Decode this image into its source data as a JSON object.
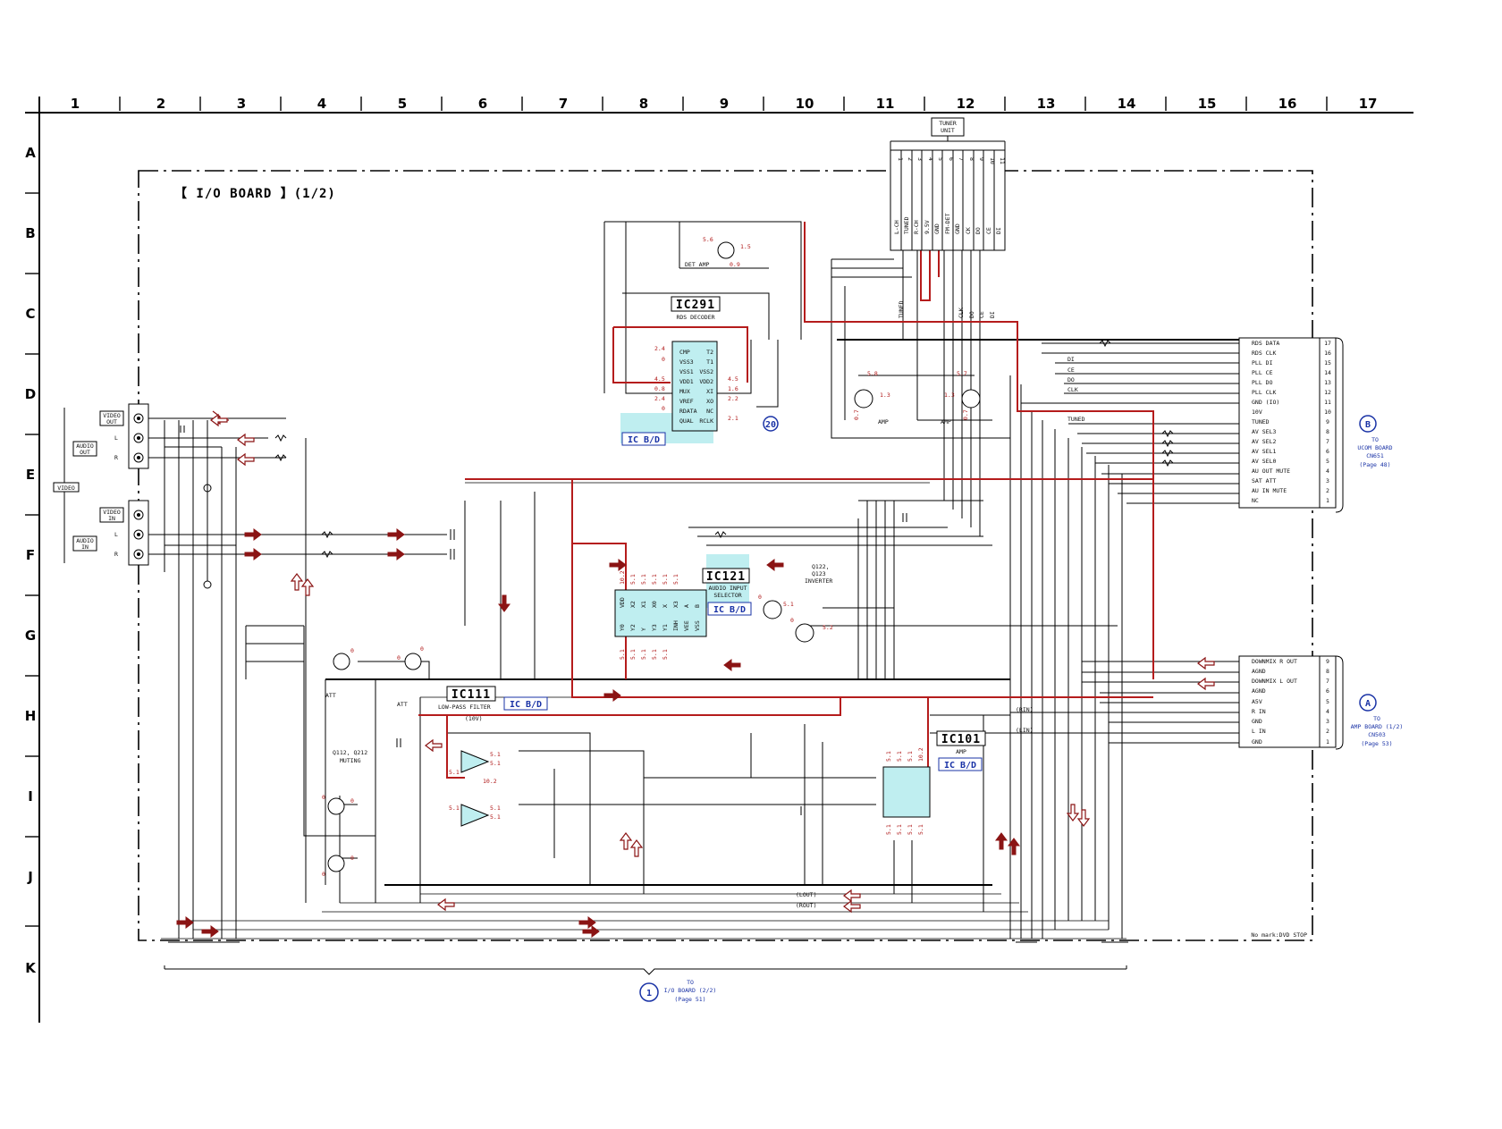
{
  "grid": {
    "columns": [
      "1",
      "2",
      "3",
      "4",
      "5",
      "6",
      "7",
      "8",
      "9",
      "10",
      "11",
      "12",
      "13",
      "14",
      "15",
      "16",
      "17"
    ],
    "rows": [
      "A",
      "B",
      "C",
      "D",
      "E",
      "F",
      "G",
      "H",
      "I",
      "J",
      "K"
    ]
  },
  "board_title": "【 I/O BOARD 】(1/2)",
  "ics": {
    "ic291": {
      "name": "IC291",
      "desc": "RDS DECODER",
      "tag": "IC B/D",
      "left_pins": [
        "CMP",
        "VSS3",
        "VSS1",
        "VDD1",
        "MUX",
        "VREF",
        "RDATA",
        "QUAL"
      ],
      "right_pins": [
        "T2",
        "T1",
        "VSS2",
        "VDD2",
        "XI",
        "XO",
        "NC",
        "RCLK"
      ],
      "left_v": [
        "2.4",
        "0",
        "4.5",
        "0.8",
        "2.4",
        "0"
      ],
      "right_v": [
        "4.5",
        "1.6",
        "2.2",
        "2.1"
      ]
    },
    "ic121": {
      "name": "IC121",
      "desc1": "AUDIO INPUT",
      "desc2": "SELECTOR",
      "tag": "IC B/D",
      "top_pins": [
        "VDD",
        "X2",
        "X1",
        "X0",
        "X",
        "X3",
        "A",
        "B"
      ],
      "bot_pins": [
        "Y0",
        "Y2",
        "Y",
        "Y3",
        "Y1",
        "INH",
        "VEE",
        "VSS"
      ],
      "top_v": [
        "10.2",
        "5.1",
        "5.1",
        "5.1",
        "5.1",
        "5.1"
      ],
      "bot_v": [
        "5.1",
        "5.1",
        "5.1",
        "5.1",
        "5.1"
      ]
    },
    "ic111": {
      "name": "IC111",
      "desc": "LOW-PASS FILTER",
      "tag": "IC B/D",
      "v1": [
        "5.1",
        "5.1",
        "5.1",
        "10.2"
      ],
      "v2": [
        "5.1",
        "5.1",
        "5.1"
      ]
    },
    "ic101": {
      "name": "IC101",
      "desc": "AMP",
      "tag": "IC B/D",
      "top_v": [
        "5.1",
        "5.1",
        "5.1",
        "10.2"
      ],
      "bot_v": [
        "5.1",
        "5.1",
        "5.1",
        "5.1"
      ]
    }
  },
  "transistors": {
    "det_amp": {
      "label": "DET AMP",
      "v": [
        "5.6",
        "1.5",
        "0.9"
      ]
    },
    "amp1": {
      "label": "AMP",
      "v": [
        "5.8",
        "1.3",
        "0.7"
      ]
    },
    "amp2": {
      "label": "AMP",
      "v": [
        "5.7",
        "1.3",
        "0.7"
      ]
    },
    "q122": {
      "label1": "Q122,",
      "label2": "Q123",
      "label3": "INVERTER",
      "v": [
        "0",
        "5.1",
        "0",
        "5.2"
      ]
    },
    "att1": {
      "label": "ATT",
      "v": [
        "0"
      ]
    },
    "att2": {
      "label": "ATT",
      "v": [
        "0",
        "0"
      ]
    },
    "muting": {
      "label1": "Q112, Q212",
      "label2": "MUTING",
      "v": [
        "0",
        "0",
        "0",
        "0"
      ]
    }
  },
  "tuner": {
    "title1": "TUNER",
    "title2": "UNIT",
    "pins": [
      "1",
      "2",
      "3",
      "4",
      "5",
      "6",
      "7",
      "8",
      "9",
      "10",
      "11"
    ],
    "signals": [
      "L-CH",
      "TUNED",
      "R-CH",
      "9.5V",
      "GND",
      "FM-DET",
      "GND",
      "CK",
      "DO",
      "CE",
      "DI"
    ]
  },
  "tuner_wire_labels": [
    "TUNED",
    "CLK",
    "DO",
    "CE",
    "DI"
  ],
  "connector_b": {
    "signals": [
      "RDS DATA",
      "RDS CLK",
      "PLL DI",
      "PLL CE",
      "PLL DO",
      "PLL CLK",
      "GND (IO)",
      "10V",
      "TUNED",
      "AV SEL3",
      "AV SEL2",
      "AV SEL1",
      "AV SEL0",
      "AU OUT MUTE",
      "SAT ATT",
      "AU IN MUTE",
      "NC"
    ],
    "pins": [
      "17",
      "16",
      "15",
      "14",
      "13",
      "12",
      "11",
      "10",
      "9",
      "8",
      "7",
      "6",
      "5",
      "4",
      "3",
      "2",
      "1"
    ],
    "badge": "B",
    "to": "TO",
    "board": "UCOM BOARD",
    "cn": "CN651",
    "page": "(Page 48)"
  },
  "connector_a": {
    "signals": [
      "DOWNMIX R OUT",
      "AGND",
      "DOWNMIX L OUT",
      "AGND",
      "A5V",
      "R IN",
      "GND",
      "L IN",
      "GND"
    ],
    "pins": [
      "9",
      "8",
      "7",
      "6",
      "5",
      "4",
      "3",
      "2",
      "1"
    ],
    "badge": "A",
    "to": "TO",
    "board": "AMP BOARD (1/2)",
    "cn": "CN503",
    "page": "(Page 53)"
  },
  "mid_labels": {
    "di": "DI",
    "ce": "CE",
    "do": "DO",
    "clk": "CLK",
    "tuned": "TUNED",
    "rin": "(RIN)",
    "lin": "(LIN)",
    "lout": "(LOUT)",
    "rout": "(ROUT)",
    "v10": "(10V)"
  },
  "jacks": {
    "video_out": [
      "VIDEO",
      "OUT"
    ],
    "audio_out": [
      "AUDIO",
      "OUT"
    ],
    "video": "VIDEO",
    "video_in": [
      "VIDEO",
      "IN"
    ],
    "audio_in": [
      "AUDIO",
      "IN"
    ],
    "l": "L",
    "r": "R"
  },
  "marker_20": "20",
  "bottom": {
    "badge": "1",
    "to": "TO",
    "board": "I/O BOARD (2/2)",
    "page": "(Page 51)"
  },
  "note": "No mark:DVD STOP",
  "colors": {
    "signal_red": "#8b1414",
    "power_red": "#b51c1c",
    "ic_fill": "#bfeef0",
    "ref_blue": "#1a33a6",
    "line": "#000000"
  }
}
